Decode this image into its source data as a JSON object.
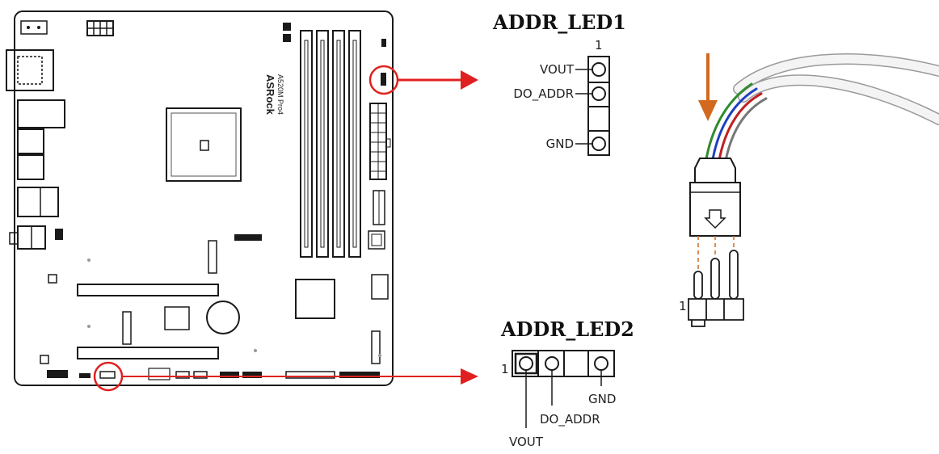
{
  "board": {
    "brand": "ASRock",
    "model": "A520M Pro4"
  },
  "addr_led1": {
    "title": "ADDR_LED1",
    "pin1_marker": "1",
    "pins": [
      "VOUT",
      "DO_ADDR",
      "GND"
    ]
  },
  "addr_led2": {
    "title": "ADDR_LED2",
    "pin1_marker": "1",
    "pins": [
      "VOUT",
      "DO_ADDR",
      "GND"
    ]
  },
  "plug": {
    "pin1_marker": "1"
  },
  "colors": {
    "callout_red": "#e02020",
    "insert_arrow": "#d2691e",
    "board_outline": "#1a1a1a",
    "wire_colors": [
      "#2e8b2e",
      "#1f3fbf",
      "#c02020",
      "#777777"
    ]
  }
}
